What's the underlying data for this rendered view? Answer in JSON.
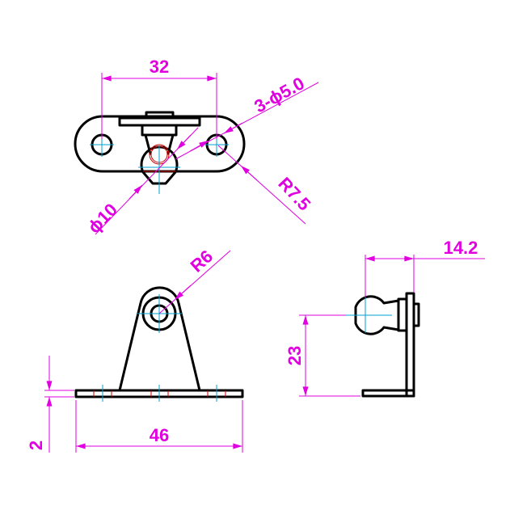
{
  "drawing": {
    "top_view": {
      "hole_spacing": "32",
      "hole_callout": "3-ϕ5.0",
      "ball_diameter": "ϕ10",
      "end_radius": "R7.5"
    },
    "front_view": {
      "ear_radius": "R6",
      "base_width": "46",
      "base_thickness": "2"
    },
    "side_view": {
      "ball_offset": "14.2",
      "ball_height": "23"
    },
    "colors": {
      "outline": "#000000",
      "dimension": "#e000e0",
      "centerline": "#00a0d0",
      "hidden": "#d00000"
    }
  }
}
